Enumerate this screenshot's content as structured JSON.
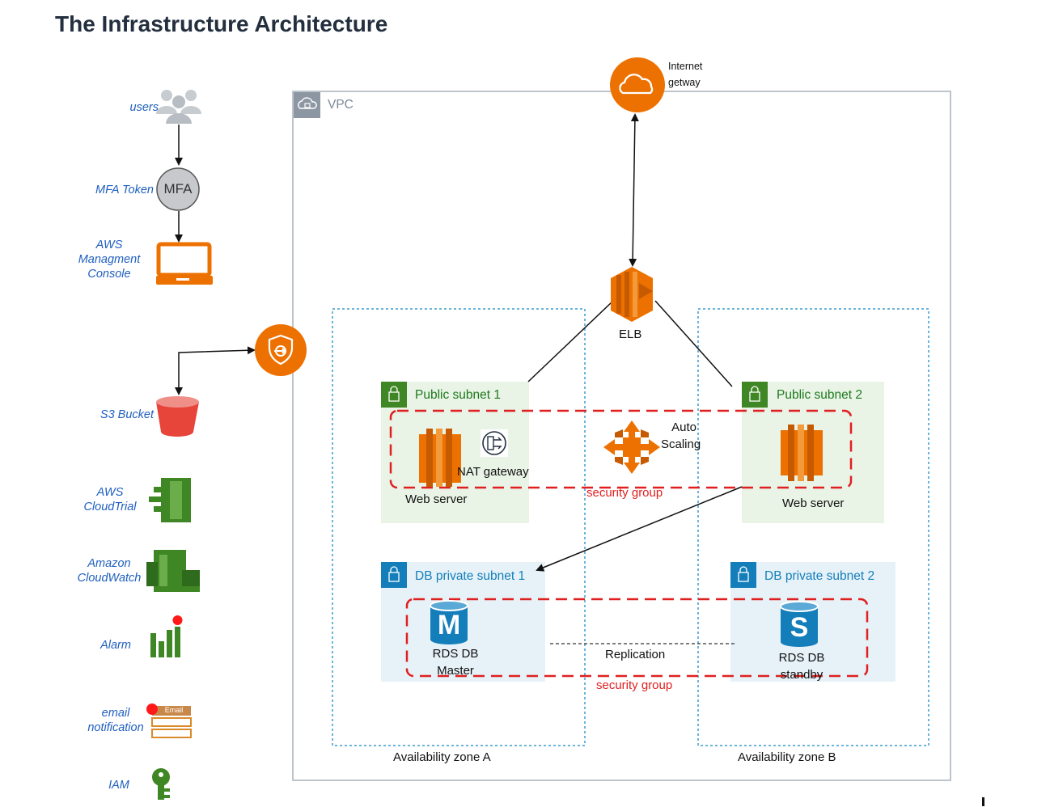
{
  "title": "The Infrastructure Architecture",
  "colors": {
    "aws_orange": "#ED7100",
    "aws_green": "#3F8624",
    "aws_blue": "#147EBA",
    "s3_red": "#E7443A",
    "security_group": "#E02020",
    "public_subnet_bg": "#E9F3E6",
    "private_subnet_bg": "#E6F2F8"
  },
  "left_panel": {
    "users": "users",
    "mfa_label": "MFA Token",
    "mfa_badge": "MFA",
    "console": [
      "AWS",
      "Managment",
      "Console"
    ],
    "s3": "S3 Bucket",
    "cloudtrail": [
      "AWS",
      "CloudTrial"
    ],
    "cloudwatch": [
      "Amazon",
      "CloudWatch"
    ],
    "alarm": "Alarm",
    "email": [
      "email",
      "notification"
    ],
    "email_badge": "Email",
    "iam": "IAM"
  },
  "internet_gateway": [
    "Internet",
    "getway"
  ],
  "vpc": "VPC",
  "elb": "ELB",
  "public_subnet_1": "Public subnet 1",
  "public_subnet_2": "Public subnet 2",
  "db_subnet_1": "DB private subnet 1",
  "db_subnet_2": "DB private subnet 2",
  "nat_gateway": "NAT gateway",
  "web_server_1": "Web server",
  "web_server_2": "Web server",
  "auto_scaling": [
    "Auto",
    "Scaling"
  ],
  "security_group_web": "security group",
  "security_group_db": "security group",
  "rds_master_badge": "M",
  "rds_standby_badge": "S",
  "rds_master": [
    "RDS DB",
    "Master"
  ],
  "rds_standby": [
    "RDS DB",
    "standby"
  ],
  "replication": "Replication",
  "az_a": "Availability zone A",
  "az_b": "Availability zone B"
}
